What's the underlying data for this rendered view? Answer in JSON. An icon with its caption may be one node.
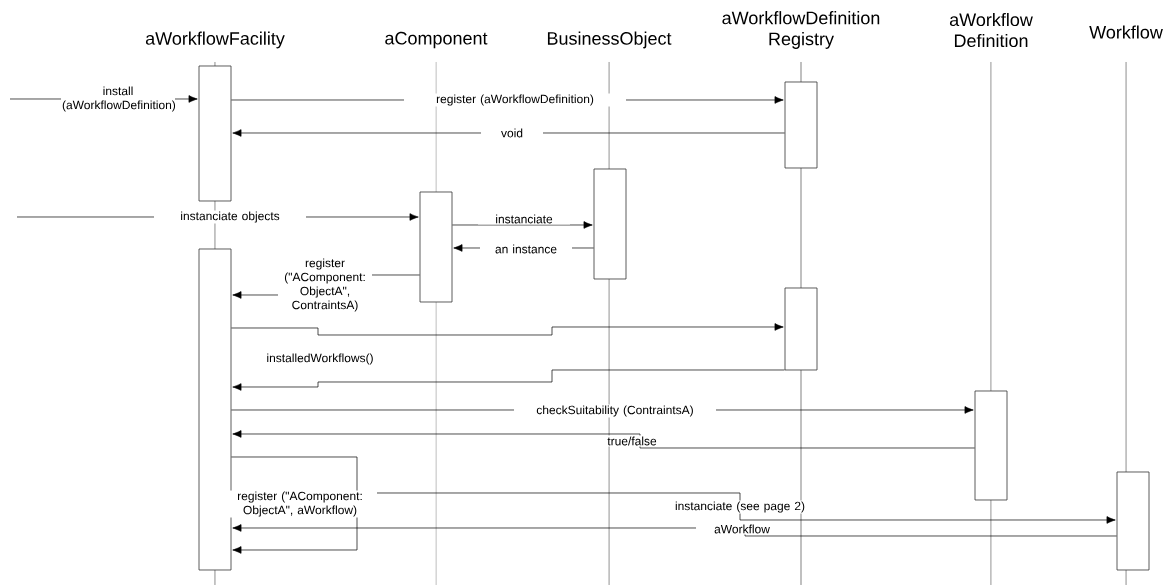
{
  "diagram": {
    "nodes": [
      {
        "text": [
          "aWorkflowFacility"
        ]
      },
      {
        "text": [
          "aComponent"
        ]
      },
      {
        "text": [
          "BusinessObject"
        ]
      },
      {
        "text": [
          "aWorkflowDefinition Registry"
        ]
      },
      {
        "text": [
          "aWorkflow Definition"
        ]
      },
      {
        "text": [
          "Workflow"
        ]
      },
      {
        "text": [],
        "shape": "bar"
      },
      {
        "text": [],
        "shape": "bar"
      },
      {
        "text": [],
        "shape": "bar"
      },
      {
        "text": [],
        "shape": "bar"
      },
      {
        "text": [],
        "shape": "bar"
      },
      {
        "text": [],
        "shape": "bar"
      },
      {
        "text": [],
        "shape": "bar"
      },
      {
        "text": [],
        "shape": "bar"
      }
    ],
    "edges": [
      {
        "from": null,
        "to": 6,
        "arrow": "to",
        "label": "install (aWorkflowDefinition)"
      },
      {
        "from": 6,
        "to": 10,
        "arrow": "to",
        "label": "register (aWorkflowDefinition)"
      },
      {
        "from": 10,
        "to": 6,
        "arrow": "to",
        "label": "void"
      },
      {
        "from": null,
        "to": 8,
        "arrow": "to",
        "label": "instanciate objects"
      },
      {
        "from": 8,
        "to": 9,
        "arrow": "to",
        "label": "instanciate"
      },
      {
        "from": 9,
        "to": 8,
        "arrow": "to",
        "label": "an instance"
      },
      {
        "from": 8,
        "to": 7,
        "arrow": "to",
        "label": "register (\"AComponent: ObjectA\", ContraintsA)"
      },
      {
        "from": 7,
        "to": 11,
        "arrow": "to"
      },
      {
        "from": 11,
        "to": 7,
        "arrow": "to",
        "label": "installedWorkflows()"
      },
      {
        "from": 7,
        "to": 12,
        "arrow": "to",
        "label": "checkSuitability (ContraintsA)"
      },
      {
        "from": 12,
        "to": 7,
        "arrow": "to",
        "label": "true/false"
      },
      {
        "from": 7,
        "to": 7,
        "arrow": "to",
        "label": "register (\"AComponent: ObjectA\", aWorkflow)"
      },
      {
        "from": 7,
        "to": 13,
        "arrow": "to",
        "label": "instanciate (see page 2)"
      },
      {
        "from": 13,
        "to": 7,
        "arrow": "to",
        "label": "aWorkflow"
      }
    ]
  }
}
